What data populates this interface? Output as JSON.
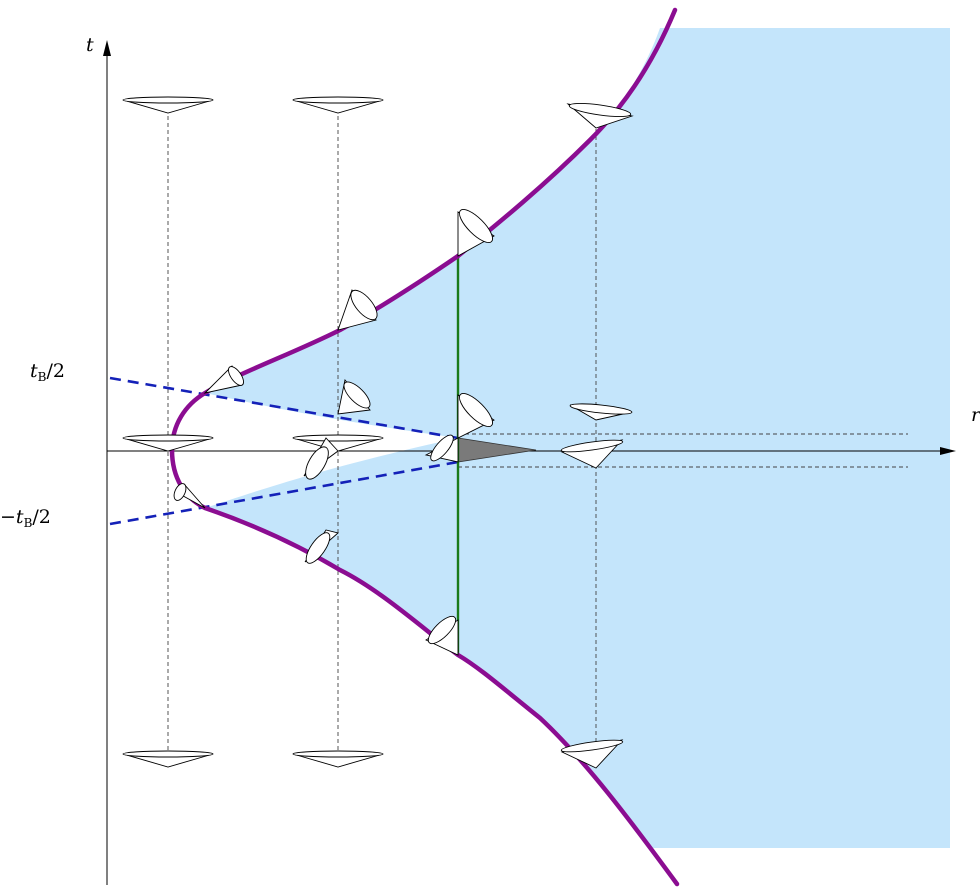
{
  "axes": {
    "vertical_label": "t",
    "horizontal_label": "r"
  },
  "ticks": {
    "upper": {
      "var": "t",
      "sub": "B",
      "suffix": "/2"
    },
    "lower": {
      "prefix": "−",
      "var": "t",
      "sub": "B",
      "suffix": "/2"
    }
  },
  "colors": {
    "region_fill": "#c4e5fb",
    "boundary_curve": "#8b0d91",
    "light_ray": "#1421b8",
    "vertical_segment": "#1a7a1a",
    "small_wedge": "#7a7a7a"
  },
  "icons": [
    "light-cone-icon"
  ]
}
